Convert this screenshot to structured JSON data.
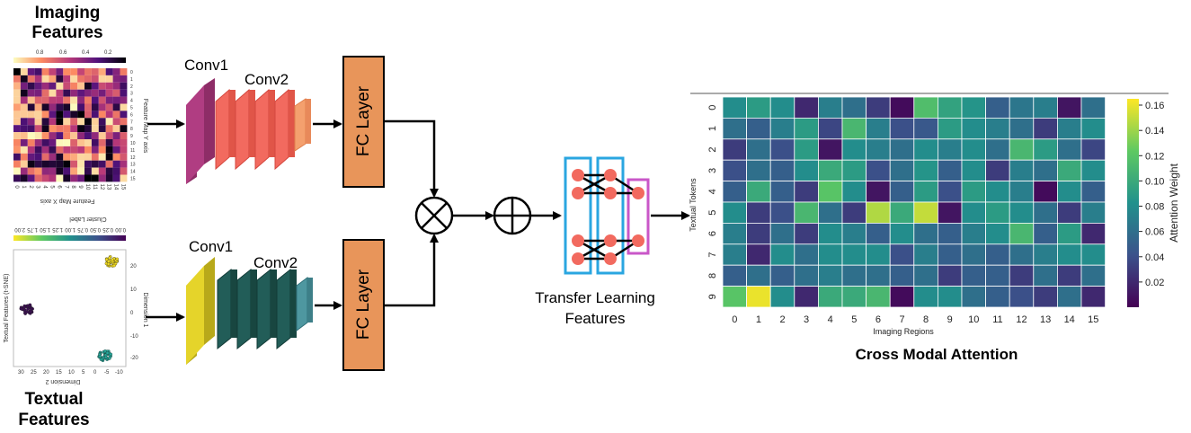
{
  "imaging": {
    "title_line1": "Imaging",
    "title_line2": "Features",
    "colorbar_ticks": [
      "0.8",
      "0.6",
      "0.4",
      "0.2"
    ],
    "x_axis_label": "Feature Map X axis",
    "y_axis_label": "Feature Map Y axis",
    "x_ticks": [
      "0",
      "1",
      "2",
      "3",
      "4",
      "5",
      "6",
      "7",
      "8",
      "9",
      "10",
      "11",
      "12",
      "13",
      "14",
      "15"
    ],
    "y_ticks": [
      "0",
      "1",
      "2",
      "3",
      "4",
      "5",
      "6",
      "7",
      "8",
      "9",
      "10",
      "11",
      "12",
      "13",
      "14",
      "15"
    ],
    "colormap": "magma"
  },
  "textual": {
    "title_line1": "Textual",
    "title_line2": "Features",
    "colorbar_ticks": [
      "2.00",
      "1.75",
      "1.50",
      "1.25",
      "1.00",
      "0.75",
      "0.50",
      "0.25",
      "0.00"
    ],
    "colorbar_label": "Cluster Label",
    "x_axis_label": "Dimension 2",
    "y_axis_label": "Dimension 1",
    "side_label": "Textual Features (t-SNE)",
    "x_ticks": [
      "30",
      "25",
      "20",
      "15",
      "10",
      "5",
      "0",
      "-5",
      "-10"
    ],
    "y_ticks": [
      "20",
      "10",
      "0",
      "-10",
      "-20"
    ],
    "colors": {
      "cluster_yellow": "#f2dc1f",
      "cluster_teal": "#23a89a",
      "cluster_purple": "#3b0f52"
    }
  },
  "top_branch": {
    "conv1_label": "Conv1",
    "conv2_label": "Conv2",
    "fc_label": "FC Layer",
    "colors": {
      "conv1": "#b03d82",
      "conv2": "#f26a5f",
      "conv3": "#f4a06e",
      "fc": "#e8955a"
    }
  },
  "bottom_branch": {
    "conv1_label": "Conv1",
    "conv2_label": "Conv2",
    "fc_label": "FC Layer",
    "colors": {
      "conv1": "#e5d42a",
      "conv2": "#225d58",
      "conv3": "#4e97a0",
      "fc": "#e8955a"
    }
  },
  "transfer": {
    "label_line1": "Transfer Learning",
    "label_line2": "Features",
    "colors": {
      "node": "#f26a5f",
      "box_blue": "#2aa6e0",
      "box_pink": "#c957c8"
    }
  },
  "attention": {
    "title": "Cross Modal Attention",
    "x_label": "Imaging Regions",
    "y_label": "Textual Tokens",
    "colorbar_label": "Attention Weight",
    "colorbar_ticks": [
      "0.16",
      "0.14",
      "0.12",
      "0.10",
      "0.08",
      "0.06",
      "0.04",
      "0.02"
    ],
    "x_ticks": [
      "0",
      "1",
      "2",
      "3",
      "4",
      "5",
      "6",
      "7",
      "8",
      "9",
      "10",
      "11",
      "12",
      "13",
      "14",
      "15"
    ],
    "y_ticks": [
      "0",
      "1",
      "2",
      "3",
      "4",
      "5",
      "6",
      "7",
      "8",
      "9"
    ],
    "colormap": "viridis",
    "value_range": [
      0.0,
      0.165
    ],
    "matrix": [
      [
        0.08,
        0.09,
        0.08,
        0.02,
        0.07,
        0.06,
        0.03,
        0.005,
        0.115,
        0.095,
        0.085,
        0.05,
        0.065,
        0.07,
        0.01,
        0.06
      ],
      [
        0.06,
        0.05,
        0.07,
        0.09,
        0.035,
        0.11,
        0.07,
        0.04,
        0.045,
        0.09,
        0.08,
        0.07,
        0.06,
        0.03,
        0.07,
        0.08
      ],
      [
        0.03,
        0.06,
        0.04,
        0.09,
        0.01,
        0.08,
        0.07,
        0.06,
        0.08,
        0.07,
        0.08,
        0.06,
        0.11,
        0.09,
        0.06,
        0.035
      ],
      [
        0.04,
        0.06,
        0.05,
        0.08,
        0.1,
        0.09,
        0.04,
        0.06,
        0.085,
        0.05,
        0.08,
        0.03,
        0.07,
        0.06,
        0.1,
        0.08
      ],
      [
        0.05,
        0.1,
        0.05,
        0.03,
        0.12,
        0.08,
        0.01,
        0.05,
        0.09,
        0.04,
        0.09,
        0.08,
        0.07,
        0.005,
        0.08,
        0.05
      ],
      [
        0.08,
        0.03,
        0.04,
        0.11,
        0.06,
        0.03,
        0.145,
        0.1,
        0.15,
        0.01,
        0.08,
        0.09,
        0.08,
        0.06,
        0.03,
        0.07
      ],
      [
        0.07,
        0.03,
        0.06,
        0.03,
        0.08,
        0.07,
        0.05,
        0.08,
        0.06,
        0.05,
        0.07,
        0.08,
        0.11,
        0.05,
        0.09,
        0.02
      ],
      [
        0.07,
        0.02,
        0.08,
        0.06,
        0.08,
        0.08,
        0.08,
        0.04,
        0.07,
        0.05,
        0.06,
        0.05,
        0.06,
        0.07,
        0.08,
        0.08
      ],
      [
        0.05,
        0.06,
        0.05,
        0.06,
        0.07,
        0.06,
        0.06,
        0.05,
        0.06,
        0.03,
        0.05,
        0.05,
        0.03,
        0.06,
        0.03,
        0.06
      ],
      [
        0.12,
        0.16,
        0.08,
        0.02,
        0.1,
        0.1,
        0.11,
        0.005,
        0.08,
        0.08,
        0.06,
        0.05,
        0.04,
        0.03,
        0.06,
        0.02
      ]
    ]
  }
}
